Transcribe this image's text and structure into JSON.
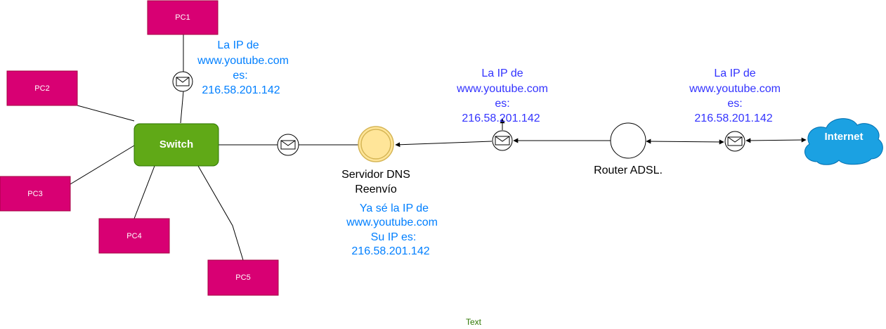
{
  "nodes": {
    "pc1": "PC1",
    "pc2": "PC2",
    "pc3": "PC3",
    "pc4": "PC4",
    "pc5": "PC5",
    "switch": "Switch",
    "dns_line1": "Servidor DNS",
    "dns_line2": "Reenvío",
    "router": "Router ADSL.",
    "internet": "Internet"
  },
  "notes": {
    "pc1_reply": [
      "La IP de",
      "www.youtube.com",
      "es:",
      "216.58.201.142"
    ],
    "router_reply": [
      "La IP de",
      "www.youtube.com",
      "es:",
      "216.58.201.142"
    ],
    "internet_reply": [
      "La IP de",
      "www.youtube.com",
      "es:",
      "216.58.201.142"
    ],
    "dns_cache": [
      "Ya sé la IP de",
      "www.youtube.com",
      "Su IP es:",
      "216.58.201.142"
    ]
  },
  "footer_text": "Text",
  "colors": {
    "pc_fill": "#d80073",
    "switch_fill": "#60a917",
    "dns_fill": "#ffe599",
    "cloud_fill": "#1ba1e2",
    "note_blue": "#007FFF",
    "note_purple": "#3333FF"
  }
}
